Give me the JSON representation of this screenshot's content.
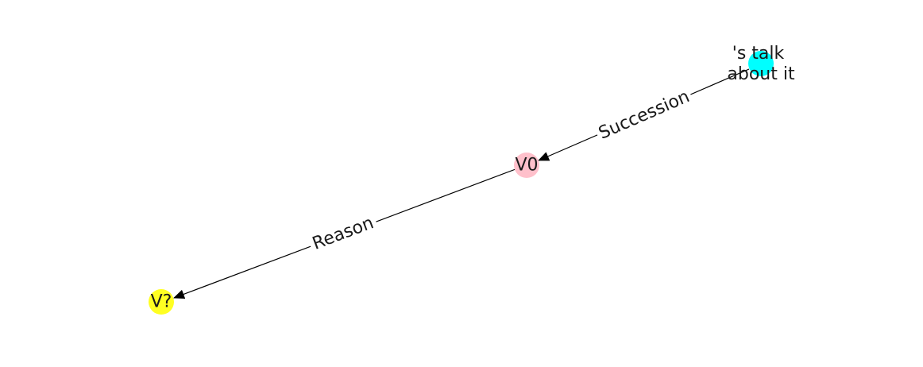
{
  "nodes": {
    "talk": {
      "line1": "'s talk",
      "line2": "about it",
      "color": "#00ffff"
    },
    "v0": {
      "label": "V0",
      "color": "#ffc0cb"
    },
    "vq": {
      "label": "V?",
      "color": "#ffff22"
    }
  },
  "edges": {
    "succession": {
      "label": "Succession",
      "from": "talk",
      "to": "v0"
    },
    "reason": {
      "label": "Reason",
      "from": "v0",
      "to": "vq"
    }
  }
}
